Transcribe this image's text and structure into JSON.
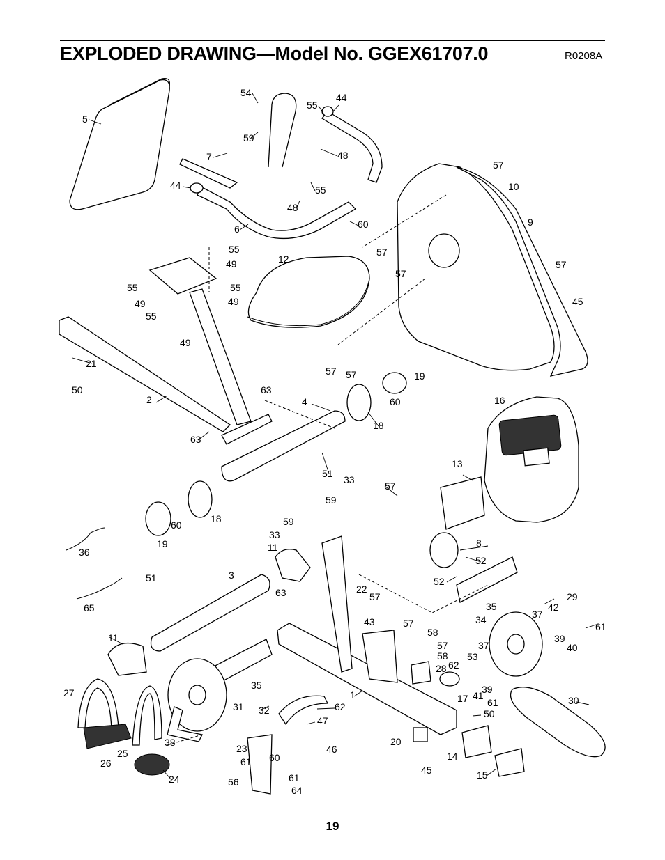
{
  "header": {
    "title": "EXPLODED DRAWING—Model No. GGEX61707.0",
    "drawing_code": "R0208A"
  },
  "footer": {
    "page_number": "19"
  },
  "callouts": [
    "5",
    "54",
    "59",
    "55",
    "44",
    "7",
    "48",
    "55",
    "44",
    "48",
    "6",
    "60",
    "55",
    "49",
    "55",
    "55",
    "49",
    "49",
    "55",
    "49",
    "21",
    "50",
    "2",
    "12",
    "57",
    "57",
    "10",
    "9",
    "57",
    "57",
    "45",
    "57",
    "57",
    "19",
    "60",
    "63",
    "4",
    "18",
    "63",
    "51",
    "16",
    "13",
    "33",
    "57",
    "59",
    "59",
    "18",
    "60",
    "19",
    "33",
    "11",
    "36",
    "3",
    "8",
    "52",
    "52",
    "51",
    "63",
    "22",
    "57",
    "43",
    "65",
    "35",
    "29",
    "34",
    "37",
    "42",
    "61",
    "39",
    "40",
    "11",
    "57",
    "58",
    "57",
    "58",
    "37",
    "62",
    "28",
    "53",
    "39",
    "17",
    "41",
    "61",
    "27",
    "35",
    "31",
    "30",
    "50",
    "32",
    "62",
    "47",
    "1",
    "25",
    "38",
    "20",
    "23",
    "26",
    "60",
    "46",
    "61",
    "14",
    "45",
    "24",
    "61",
    "64",
    "56",
    "15"
  ]
}
